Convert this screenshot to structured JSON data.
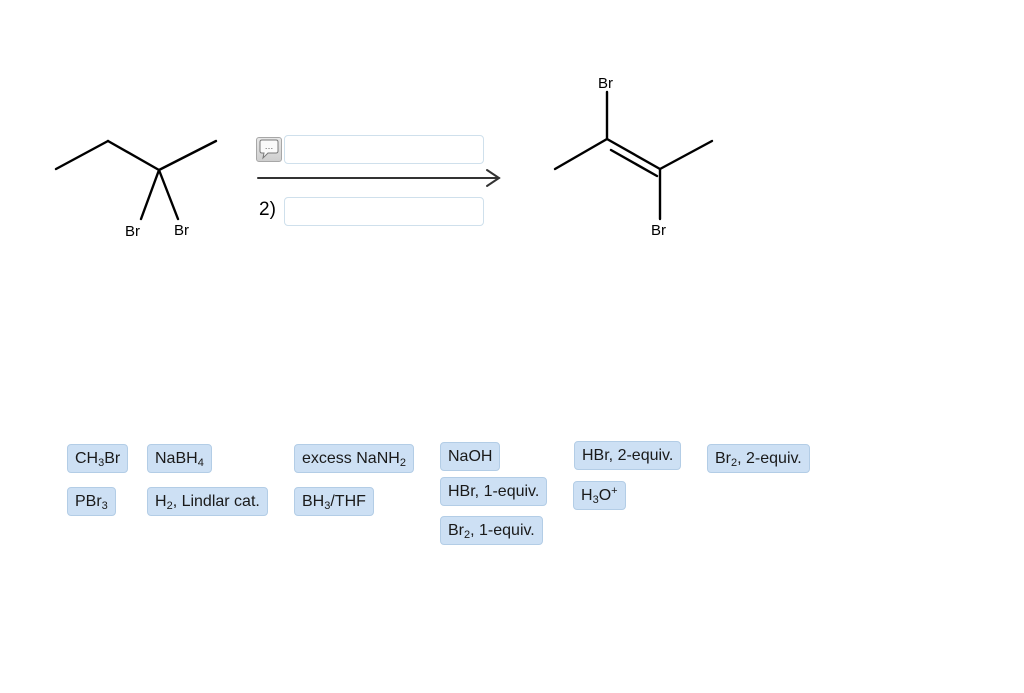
{
  "reactant": {
    "atom_labels": [
      "Br",
      "Br"
    ]
  },
  "product": {
    "atom_labels": [
      "Br",
      "Br"
    ]
  },
  "steps": {
    "step2_label": "2)",
    "hint_icon": "speech-bubble-ellipsis-icon",
    "hint_glyph": "…"
  },
  "reagents": [
    {
      "id": "ch3br",
      "parts": [
        [
          "CH",
          ""
        ],
        [
          "3",
          "sub"
        ],
        [
          "Br",
          ""
        ]
      ]
    },
    {
      "id": "nabh4",
      "parts": [
        [
          "NaBH",
          ""
        ],
        [
          "4",
          "sub"
        ]
      ]
    },
    {
      "id": "excess-nanh2",
      "parts": [
        [
          "excess NaNH",
          ""
        ],
        [
          "2",
          "sub"
        ]
      ]
    },
    {
      "id": "naoh",
      "parts": [
        [
          "NaOH",
          ""
        ]
      ]
    },
    {
      "id": "hbr-2equiv",
      "parts": [
        [
          "HBr, 2-equiv.",
          ""
        ]
      ]
    },
    {
      "id": "br2-2equiv",
      "parts": [
        [
          "Br",
          ""
        ],
        [
          "2",
          "sub"
        ],
        [
          ", 2-equiv.",
          ""
        ]
      ]
    },
    {
      "id": "pbr3",
      "parts": [
        [
          "PBr",
          ""
        ],
        [
          "3",
          "sub"
        ]
      ]
    },
    {
      "id": "h2-lindlar",
      "parts": [
        [
          "H",
          ""
        ],
        [
          "2",
          "sub"
        ],
        [
          ", Lindlar cat.",
          ""
        ]
      ]
    },
    {
      "id": "bh3-thf",
      "parts": [
        [
          "BH",
          ""
        ],
        [
          "3",
          "sub"
        ],
        [
          "/THF",
          ""
        ]
      ]
    },
    {
      "id": "hbr-1equiv",
      "parts": [
        [
          "HBr, 1-equiv.",
          ""
        ]
      ]
    },
    {
      "id": "h3o-plus",
      "parts": [
        [
          "H",
          ""
        ],
        [
          "3",
          "sub"
        ],
        [
          "O",
          ""
        ],
        [
          "+",
          "sup"
        ]
      ]
    },
    {
      "id": "br2-1equiv",
      "parts": [
        [
          "Br",
          ""
        ],
        [
          "2",
          "sub"
        ],
        [
          ", 1-equiv.",
          ""
        ]
      ]
    }
  ]
}
